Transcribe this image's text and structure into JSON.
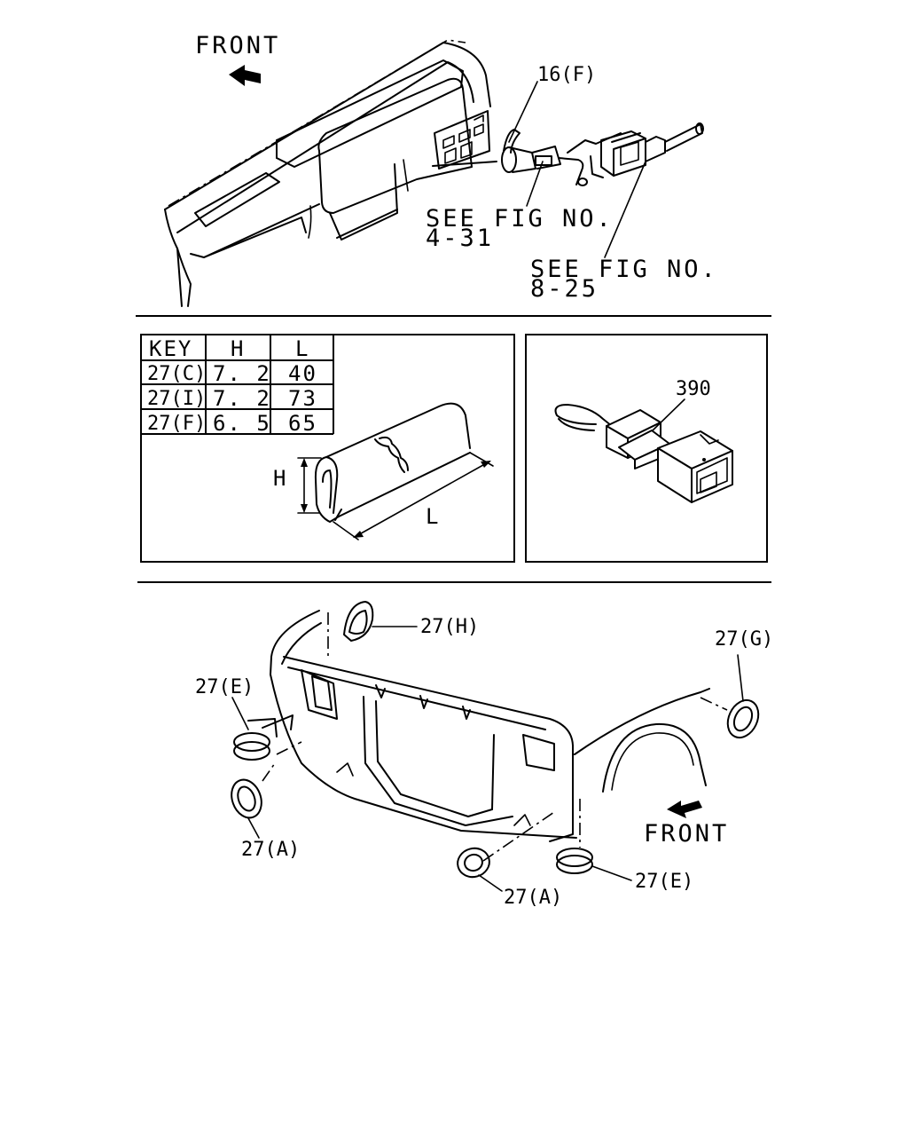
{
  "top_section": {
    "front_label": "FRONT",
    "callout_16f": "16(F)",
    "see_fig_1_line1": "SEE FIG NO.",
    "see_fig_1_line2": "4-31",
    "see_fig_2_line1": "SEE FIG NO.",
    "see_fig_2_line2": "8-25"
  },
  "key_table": {
    "headers": [
      "KEY",
      "H",
      "L"
    ],
    "rows": [
      [
        "27(C)",
        "7. 2",
        "40"
      ],
      [
        "27(I)",
        "7. 2",
        "73"
      ],
      [
        "27(F)",
        "6. 5",
        "65"
      ]
    ],
    "dim_h": "H",
    "dim_l": "L"
  },
  "connector_panel": {
    "callout_390": "390"
  },
  "bottom_section": {
    "front_label": "FRONT",
    "callout_27h": "27(H)",
    "callout_27g": "27(G)",
    "callout_27e_left": "27(E)",
    "callout_27a_left": "27(A)",
    "callout_27a_center": "27(A)",
    "callout_27e_right": "27(E)"
  }
}
